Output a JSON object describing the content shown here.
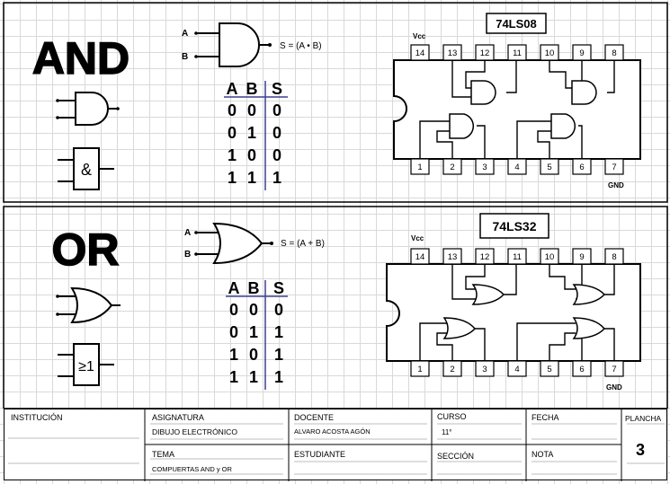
{
  "sections": [
    {
      "title": "AND",
      "gate_symbol": "&",
      "input_a": "A",
      "input_b": "B",
      "expression": "S = (A • B)",
      "truth_headers": [
        "A",
        "B",
        "S"
      ],
      "truth_rows": [
        [
          "0",
          "0",
          "0"
        ],
        [
          "0",
          "1",
          "0"
        ],
        [
          "1",
          "0",
          "0"
        ],
        [
          "1",
          "1",
          "1"
        ]
      ],
      "chip": {
        "label": "74LS08",
        "vcc": "Vcc",
        "gnd": "GND",
        "top_pins": [
          "14",
          "13",
          "12",
          "11",
          "10",
          "9",
          "8"
        ],
        "bottom_pins": [
          "1",
          "2",
          "3",
          "4",
          "5",
          "6",
          "7"
        ]
      }
    },
    {
      "title": "OR",
      "gate_symbol": "≥1",
      "input_a": "A",
      "input_b": "B",
      "expression": "S = (A + B)",
      "truth_headers": [
        "A",
        "B",
        "S"
      ],
      "truth_rows": [
        [
          "0",
          "0",
          "0"
        ],
        [
          "0",
          "1",
          "1"
        ],
        [
          "1",
          "0",
          "1"
        ],
        [
          "1",
          "1",
          "1"
        ]
      ],
      "chip": {
        "label": "74LS32",
        "vcc": "Vcc",
        "gnd": "GND",
        "top_pins": [
          "14",
          "13",
          "12",
          "11",
          "10",
          "9",
          "8"
        ],
        "bottom_pins": [
          "1",
          "2",
          "3",
          "4",
          "5",
          "6",
          "7"
        ]
      }
    }
  ],
  "title_block": {
    "institucion_label": "INSTITUCIÓN",
    "asignatura_label": "ASIGNATURA",
    "asignatura_value": "DIBUJO ELECTRÓNICO",
    "docente_label": "DOCENTE",
    "docente_value": "ALVARO ACOSTA AGÓN",
    "curso_label": "CURSO",
    "curso_value": "11°",
    "fecha_label": "FECHA",
    "plancha_label": "PLANCHA",
    "plancha_value": "3",
    "tema_label": "TEMA",
    "tema_value": "COMPUERTAS AND y OR",
    "estudiante_label": "ESTUDIANTE",
    "seccion_label": "SECCIÓN",
    "nota_label": "NOTA"
  }
}
